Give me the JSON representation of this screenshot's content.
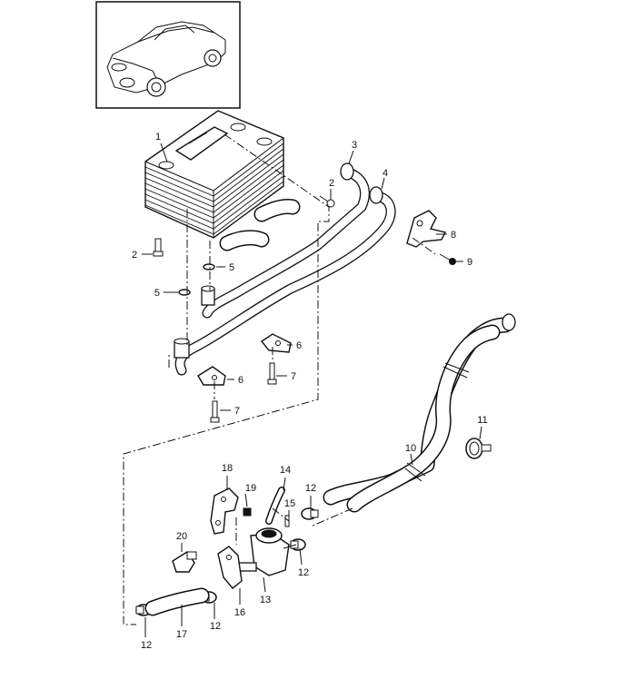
{
  "diagram": {
    "callouts": [
      {
        "id": "c1",
        "text": "1"
      },
      {
        "id": "c2a",
        "text": "2"
      },
      {
        "id": "c2b",
        "text": "2"
      },
      {
        "id": "c3",
        "text": "3"
      },
      {
        "id": "c4",
        "text": "4"
      },
      {
        "id": "c5a",
        "text": "5"
      },
      {
        "id": "c5b",
        "text": "5"
      },
      {
        "id": "c6a",
        "text": "6"
      },
      {
        "id": "c6b",
        "text": "6"
      },
      {
        "id": "c7a",
        "text": "7"
      },
      {
        "id": "c7b",
        "text": "7"
      },
      {
        "id": "c8",
        "text": "8"
      },
      {
        "id": "c9",
        "text": "9"
      },
      {
        "id": "c10",
        "text": "10"
      },
      {
        "id": "c11",
        "text": "11"
      },
      {
        "id": "c12a",
        "text": "12"
      },
      {
        "id": "c12b",
        "text": "12"
      },
      {
        "id": "c12c",
        "text": "12"
      },
      {
        "id": "c12d",
        "text": "12"
      },
      {
        "id": "c13",
        "text": "13"
      },
      {
        "id": "c14",
        "text": "14"
      },
      {
        "id": "c15",
        "text": "15"
      },
      {
        "id": "c16",
        "text": "16"
      },
      {
        "id": "c17",
        "text": "17"
      },
      {
        "id": "c18",
        "text": "18"
      },
      {
        "id": "c19",
        "text": "19"
      },
      {
        "id": "c20",
        "text": "20"
      }
    ]
  }
}
